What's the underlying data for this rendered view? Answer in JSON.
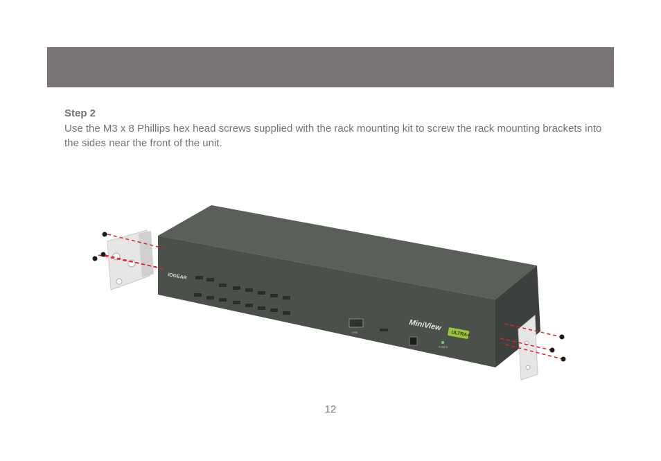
{
  "step": {
    "title": "Step 2",
    "text": "Use the M3 x 8 Phillips hex head screws supplied with the rack mounting kit to screw the rack mounting brackets into the sides near the front of the unit."
  },
  "device": {
    "brand": "IOGEAR",
    "product": "MiniView",
    "badge": "ULTRA+",
    "port_label": "USB",
    "power_label": "POWER"
  },
  "page_number": "12"
}
